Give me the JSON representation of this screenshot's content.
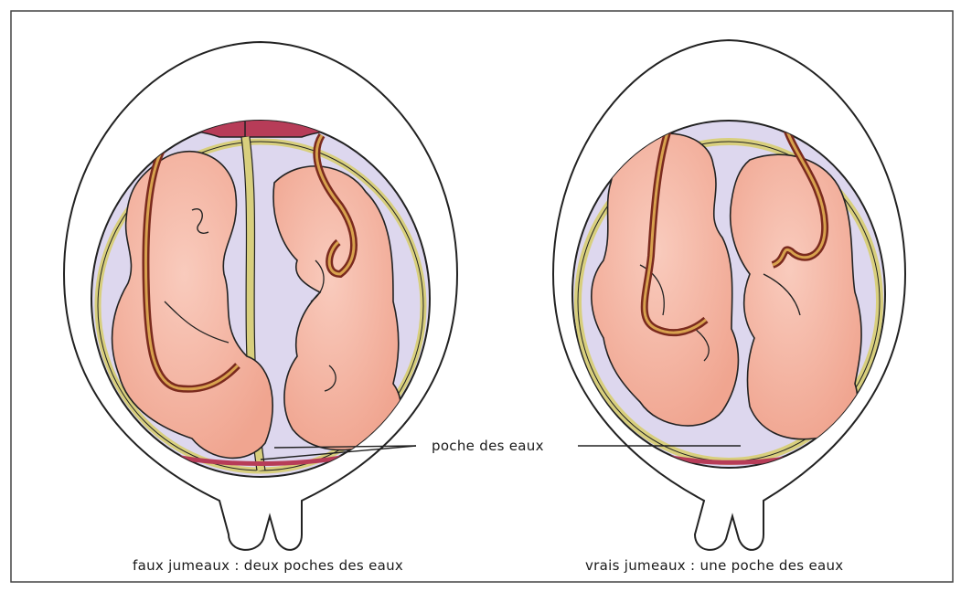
{
  "labels": {
    "membrane": "poche des eaux",
    "left_caption": "faux jumeaux : deux poches des eaux",
    "right_caption": "vrais jumeaux : une poche des eaux"
  },
  "colors": {
    "background": "#ffffff",
    "border": "#444444",
    "placenta": "#b73c58",
    "fetus": "#f4b3a0",
    "amniotic_fluid": "#ddd7ee",
    "membrane": "#d8cf7d",
    "cord": "#b3503c"
  },
  "icons": {
    "left": "dizygotic-twins-illustration",
    "right": "monozygotic-twins-illustration"
  }
}
